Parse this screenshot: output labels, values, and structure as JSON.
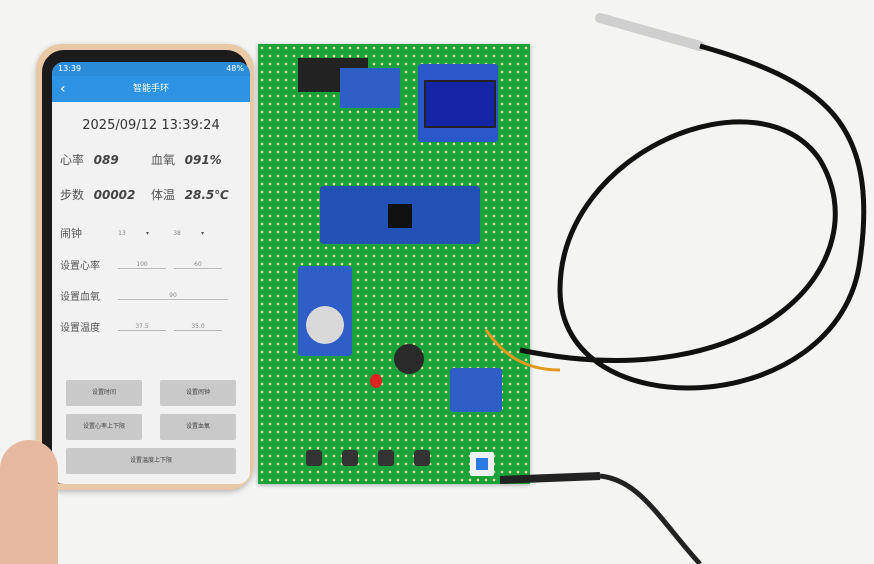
{
  "phone": {
    "status_time": "13:39",
    "status_right": "48%",
    "title": "智能手环",
    "datetime": "2025/09/12 13:39:24",
    "heart_label": "心率",
    "heart_value": "089",
    "oxygen_label": "血氧",
    "oxygen_value": "091%",
    "steps_label": "步数",
    "steps_value": "00002",
    "temp_label": "体温",
    "temp_value": "28.5℃",
    "alarm_label": "闹钟",
    "alarm_hour": "13",
    "alarm_min": "38",
    "set_heart_label": "设置心率",
    "set_heart_low": "100",
    "set_heart_high": "60",
    "set_oxygen_label": "设置血氧",
    "set_oxygen_value": "90",
    "set_temp_label": "设置温度",
    "set_temp_low": "37.5",
    "set_temp_high": "35.0",
    "btn_set_time": "设置时间",
    "btn_set_alarm": "设置闹钟",
    "btn_set_heart_range": "设置心率上下限",
    "btn_set_oxygen": "设置血氧",
    "btn_set_temp_range": "设置温度上下限"
  },
  "colors": {
    "pcb": "#1aa33a",
    "header": "#2f93e3",
    "oled": "#2b3fd1"
  }
}
